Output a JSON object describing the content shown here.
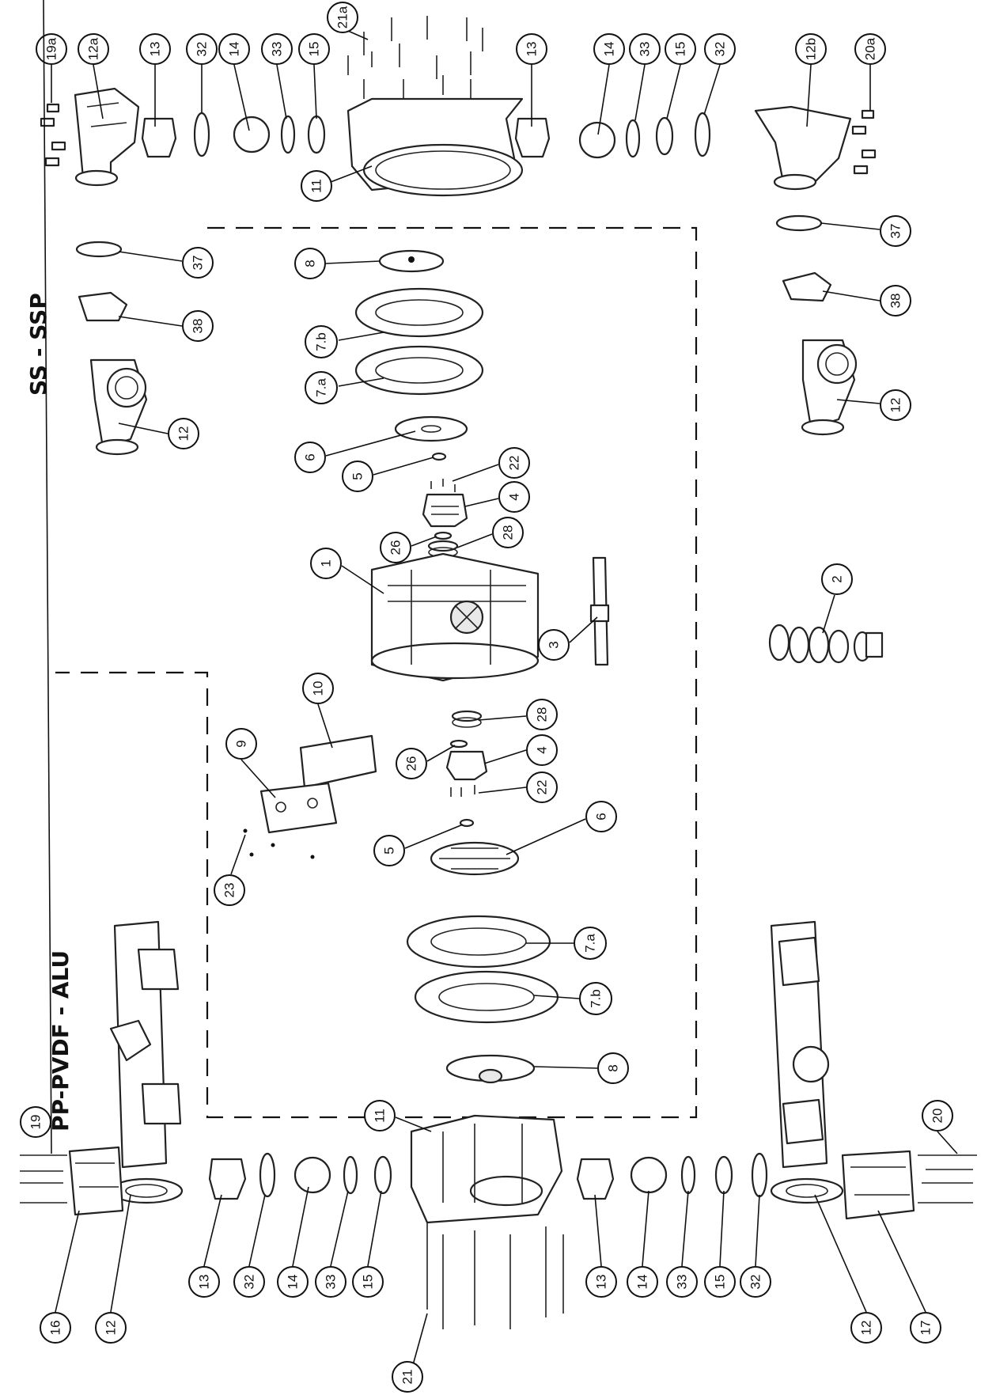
{
  "sections": {
    "top": "SS - SSP",
    "bottom": "PP-PVDF - ALU"
  },
  "callouts": [
    {
      "id": "c01",
      "label": "19a"
    },
    {
      "id": "c02",
      "label": "12a"
    },
    {
      "id": "c03",
      "label": "13"
    },
    {
      "id": "c04",
      "label": "32"
    },
    {
      "id": "c05",
      "label": "14"
    },
    {
      "id": "c06",
      "label": "33"
    },
    {
      "id": "c07",
      "label": "15"
    },
    {
      "id": "c08",
      "label": "21a"
    },
    {
      "id": "c09",
      "label": "11"
    },
    {
      "id": "c10",
      "label": "13"
    },
    {
      "id": "c11",
      "label": "14"
    },
    {
      "id": "c12",
      "label": "33"
    },
    {
      "id": "c13",
      "label": "15"
    },
    {
      "id": "c14",
      "label": "32"
    },
    {
      "id": "c15",
      "label": "12b"
    },
    {
      "id": "c16",
      "label": "20a"
    },
    {
      "id": "c17",
      "label": "37"
    },
    {
      "id": "c18",
      "label": "8"
    },
    {
      "id": "c19",
      "label": "37"
    },
    {
      "id": "c20",
      "label": "38"
    },
    {
      "id": "c21",
      "label": "7.b"
    },
    {
      "id": "c22",
      "label": "38"
    },
    {
      "id": "c23",
      "label": "7.a"
    },
    {
      "id": "c24",
      "label": "12"
    },
    {
      "id": "c25",
      "label": "12"
    },
    {
      "id": "c26",
      "label": "6"
    },
    {
      "id": "c27",
      "label": "5"
    },
    {
      "id": "c28",
      "label": "22"
    },
    {
      "id": "c29",
      "label": "4"
    },
    {
      "id": "c30",
      "label": "26"
    },
    {
      "id": "c31",
      "label": "28"
    },
    {
      "id": "c32",
      "label": "1"
    },
    {
      "id": "c33",
      "label": "2"
    },
    {
      "id": "c34",
      "label": "3"
    },
    {
      "id": "c35",
      "label": "10"
    },
    {
      "id": "c36",
      "label": "28"
    },
    {
      "id": "c37",
      "label": "9"
    },
    {
      "id": "c38",
      "label": "26"
    },
    {
      "id": "c39",
      "label": "4"
    },
    {
      "id": "c40",
      "label": "22"
    },
    {
      "id": "c41",
      "label": "6"
    },
    {
      "id": "c42",
      "label": "5"
    },
    {
      "id": "c43",
      "label": "23"
    },
    {
      "id": "c44",
      "label": "7.a"
    },
    {
      "id": "c45",
      "label": "7.b"
    },
    {
      "id": "c46",
      "label": "8"
    },
    {
      "id": "c47",
      "label": "11"
    },
    {
      "id": "c48",
      "label": "19"
    },
    {
      "id": "c49",
      "label": "20"
    },
    {
      "id": "c50",
      "label": "16"
    },
    {
      "id": "c51",
      "label": "12"
    },
    {
      "id": "c52",
      "label": "13"
    },
    {
      "id": "c53",
      "label": "32"
    },
    {
      "id": "c54",
      "label": "14"
    },
    {
      "id": "c55",
      "label": "33"
    },
    {
      "id": "c56",
      "label": "15"
    },
    {
      "id": "c57",
      "label": "13"
    },
    {
      "id": "c58",
      "label": "14"
    },
    {
      "id": "c59",
      "label": "33"
    },
    {
      "id": "c60",
      "label": "15"
    },
    {
      "id": "c61",
      "label": "32"
    },
    {
      "id": "c62",
      "label": "12"
    },
    {
      "id": "c63",
      "label": "17"
    },
    {
      "id": "c64",
      "label": "21"
    }
  ]
}
